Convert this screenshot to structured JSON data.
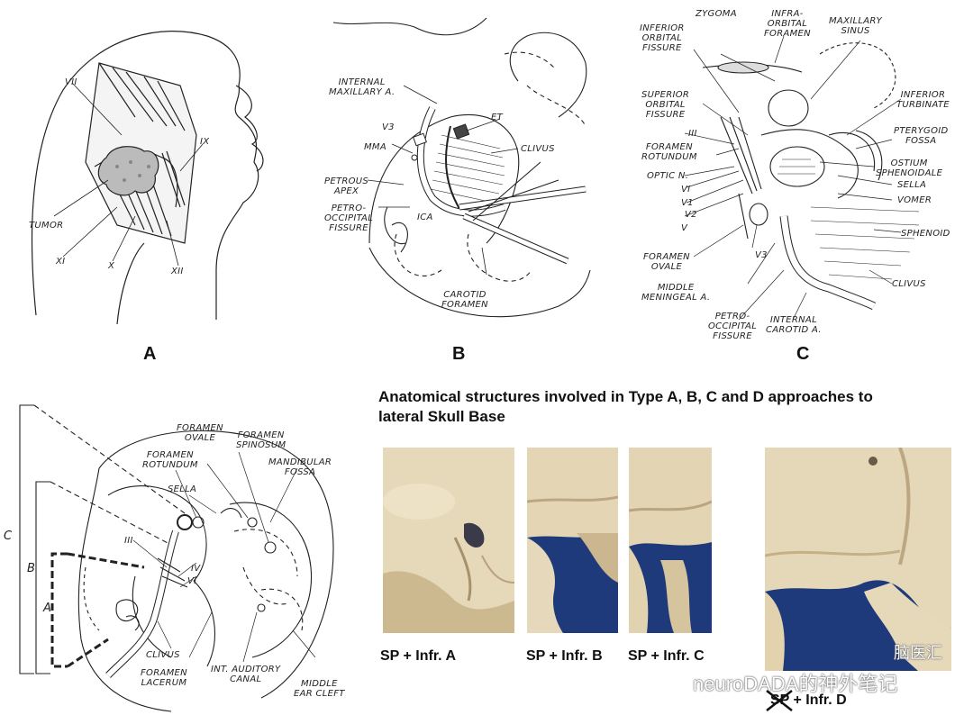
{
  "panels": {
    "A": {
      "letter": "A",
      "labels": {
        "vii": "VII",
        "ix": "IX",
        "tumor": "TUMOR",
        "xi": "XI",
        "x": "X",
        "xii": "XII"
      }
    },
    "B": {
      "letter": "B",
      "labels": {
        "internal_maxillary": "INTERNAL\nMAXILLARY A.",
        "et": "ET",
        "v3": "V3",
        "mma": "MMA",
        "clivus": "CLIVUS",
        "petrous_apex": "PETROUS\nAPEX",
        "petro_occipital": "PETRO-\nOCCIPITAL\nFISSURE",
        "ica": "ICA",
        "carotid_foramen": "CAROTID\nFORAMEN"
      }
    },
    "C": {
      "letter": "C",
      "labels": {
        "zygoma": "ZYGOMA",
        "infraorbital_foramen": "INFRA-\nORBITAL\nFORAMEN",
        "maxillary_sinus": "MAXILLARY\nSINUS",
        "inferior_orbital_fissure": "INFERIOR\nORBITAL\nFISSURE",
        "superior_orbital_fissure": "SUPERIOR\nORBITAL\nFISSURE",
        "inferior_turbinate": "INFERIOR\nTURBINATE",
        "iii": "III",
        "foramen_rotundum": "FORAMEN\nROTUNDUM",
        "pterygoid_fossa": "PTERYGOID\nFOSSA",
        "optic_n": "OPTIC N.",
        "ostium_sphenoidale": "OSTIUM\nSPHENOIDALE",
        "vi": "VI",
        "v1": "V1",
        "sella": "SELLA",
        "v2": "V2",
        "vomer": "VOMER",
        "v": "V",
        "sphenoid": "SPHENOID",
        "foramen_ovale": "FORAMEN\nOVALE",
        "v3": "V3",
        "middle_meningeal": "MIDDLE\nMENINGEAL A.",
        "clivus": "CLIVUS",
        "petro_occipital": "PETRO-\nOCCIPITAL\nFISSURE",
        "internal_carotid": "INTERNAL\nCAROTID A."
      }
    },
    "D": {
      "labels": {
        "c": "C",
        "b": "B",
        "a": "A",
        "foramen_ovale": "FORAMEN\nOVALE",
        "foramen_spinosum": "FORAMEN\nSPINOSUM",
        "foramen_rotundum": "FORAMEN\nROTUNDUM",
        "mandibular_fossa": "MANDIBULAR\nFOSSA",
        "sella": "SELLA",
        "iii": "III",
        "iv": "IV",
        "vi": "VI",
        "clivus": "CLIVUS",
        "foramen_lacerum": "FORAMEN\nLACERUM",
        "int_auditory_canal": "INT. AUDITORY\nCANAL",
        "middle_ear_cleft": "MIDDLE\nEAR CLEFT"
      }
    }
  },
  "headline": "Anatomical structures involved in Type A, B, C and D approaches to lateral Skull Base",
  "photos": [
    {
      "caption": "SP + Infr. A"
    },
    {
      "caption": "SP + Infr. B"
    },
    {
      "caption": "SP + Infr. C"
    },
    {
      "caption_sp": "SP",
      "caption_rest": " + Infr. D"
    }
  ],
  "watermark": "neuroDADA的神外笔记",
  "watermark_logo": "脑医汇",
  "colors": {
    "bone": "#e8dcc0",
    "bone_shadow": "#b9a27c",
    "blue": "#1e3a7a",
    "ink": "#222222"
  }
}
